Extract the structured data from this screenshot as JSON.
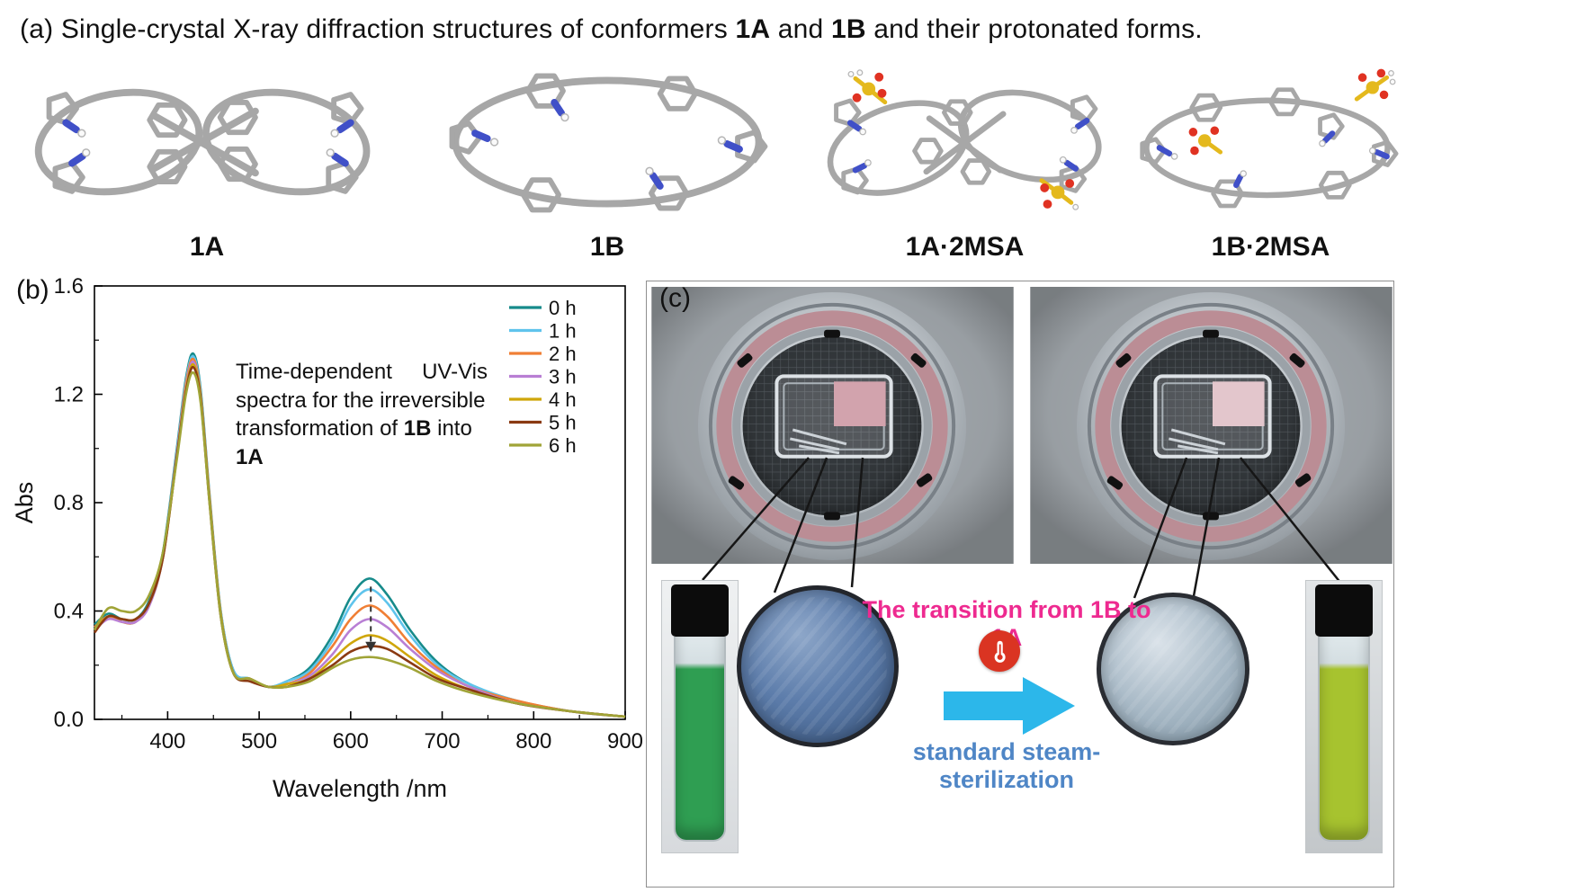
{
  "figure": {
    "panel_a_label": "(a)",
    "panel_b_label": "(b)",
    "panel_c_label": "(c)"
  },
  "panel_a": {
    "title": {
      "part1": "Single-crystal X-ray diffraction structures of conformers ",
      "bold1": "1A",
      "part2": " and ",
      "bold2": "1B",
      "part3": " and their protonated forms."
    },
    "structures": [
      {
        "label": "1A"
      },
      {
        "label": "1B"
      },
      {
        "label": "1A·2MSA"
      },
      {
        "label": "1B·2MSA"
      }
    ],
    "colors": {
      "carbon": "#a7a7a7",
      "nitrogen": "#4050c8",
      "oxygen": "#e03222",
      "sulfur": "#e4b91d"
    }
  },
  "chart_data": {
    "type": "line",
    "title": "",
    "xlabel": "Wavelength /nm",
    "ylabel": "Abs",
    "xlim": [
      320,
      900
    ],
    "ylim": [
      0,
      1.6
    ],
    "xticks": [
      400,
      500,
      600,
      700,
      800,
      900
    ],
    "xminor": [
      350,
      450,
      550,
      650,
      750,
      850
    ],
    "yticks": [
      0,
      0.4,
      0.8,
      1.2,
      1.6
    ],
    "yminor": [
      0.2,
      0.6,
      1.0,
      1.4
    ],
    "yticklabels": [
      "0.0",
      "0.4",
      "0.8",
      "1.2",
      "1.6"
    ],
    "grid": false,
    "legend_position": "top-right-inside",
    "annotation": {
      "line1a": "Time-dependent",
      "line1b": "UV-Vis",
      "line2": "spectra for the irreversible",
      "line3a": "transformation of ",
      "line3b": "1B",
      "line3c": " into ",
      "line3d": "1A"
    },
    "arrow": {
      "x": 622,
      "from": 0.49,
      "to": 0.25
    },
    "x": [
      320,
      335,
      350,
      365,
      380,
      395,
      410,
      420,
      428,
      436,
      446,
      458,
      472,
      490,
      510,
      530,
      555,
      580,
      600,
      620,
      640,
      665,
      695,
      730,
      780,
      840,
      900
    ],
    "series": [
      {
        "name": "0 h",
        "color": "#178b8b",
        "values": [
          0.35,
          0.39,
          0.37,
          0.37,
          0.44,
          0.62,
          1.0,
          1.26,
          1.35,
          1.22,
          0.82,
          0.4,
          0.18,
          0.15,
          0.12,
          0.14,
          0.19,
          0.31,
          0.45,
          0.52,
          0.46,
          0.33,
          0.21,
          0.13,
          0.07,
          0.03,
          0.01
        ]
      },
      {
        "name": "1 h",
        "color": "#5fc4ec",
        "values": [
          0.34,
          0.38,
          0.36,
          0.36,
          0.43,
          0.61,
          0.99,
          1.25,
          1.34,
          1.21,
          0.81,
          0.4,
          0.18,
          0.15,
          0.12,
          0.14,
          0.18,
          0.29,
          0.42,
          0.48,
          0.43,
          0.31,
          0.2,
          0.13,
          0.07,
          0.03,
          0.01
        ]
      },
      {
        "name": "2 h",
        "color": "#f07f35",
        "values": [
          0.34,
          0.38,
          0.36,
          0.36,
          0.43,
          0.61,
          0.98,
          1.24,
          1.33,
          1.2,
          0.81,
          0.39,
          0.17,
          0.15,
          0.12,
          0.13,
          0.17,
          0.27,
          0.37,
          0.42,
          0.38,
          0.28,
          0.19,
          0.12,
          0.07,
          0.03,
          0.01
        ]
      },
      {
        "name": "3 h",
        "color": "#b97fd4",
        "values": [
          0.33,
          0.37,
          0.36,
          0.36,
          0.42,
          0.6,
          0.98,
          1.23,
          1.32,
          1.19,
          0.8,
          0.39,
          0.17,
          0.15,
          0.12,
          0.13,
          0.16,
          0.24,
          0.33,
          0.37,
          0.34,
          0.26,
          0.18,
          0.12,
          0.06,
          0.03,
          0.01
        ]
      },
      {
        "name": "4 h",
        "color": "#cfa60a",
        "values": [
          0.33,
          0.38,
          0.37,
          0.37,
          0.43,
          0.6,
          0.97,
          1.22,
          1.31,
          1.19,
          0.8,
          0.39,
          0.17,
          0.15,
          0.12,
          0.13,
          0.15,
          0.22,
          0.28,
          0.31,
          0.29,
          0.23,
          0.16,
          0.11,
          0.06,
          0.03,
          0.01
        ]
      },
      {
        "name": "5 h",
        "color": "#8a3a12",
        "values": [
          0.32,
          0.38,
          0.37,
          0.37,
          0.43,
          0.6,
          0.97,
          1.21,
          1.3,
          1.18,
          0.79,
          0.38,
          0.17,
          0.14,
          0.12,
          0.12,
          0.15,
          0.2,
          0.25,
          0.27,
          0.26,
          0.21,
          0.15,
          0.11,
          0.06,
          0.03,
          0.01
        ]
      },
      {
        "name": "6 h",
        "color": "#a0a437",
        "values": [
          0.33,
          0.41,
          0.4,
          0.4,
          0.46,
          0.62,
          0.96,
          1.2,
          1.28,
          1.17,
          0.79,
          0.38,
          0.17,
          0.15,
          0.12,
          0.12,
          0.14,
          0.19,
          0.22,
          0.23,
          0.22,
          0.19,
          0.14,
          0.1,
          0.06,
          0.03,
          0.01
        ]
      }
    ]
  },
  "panel_c": {
    "transition_text": "The transition from 1B to 1A",
    "sterilization_text": "standard steam-sterilization",
    "colors": {
      "transition_text": "#ee2a90",
      "sterilization_text": "#4f86c6",
      "arrow": "#2cb7ea",
      "thermometer_badge": "#da3422",
      "left_vial_liquid": "#2f9e52",
      "right_vial_liquid": "#a7c32f",
      "left_disc": "#5d7dab",
      "right_disc": "#a9bac7"
    }
  }
}
